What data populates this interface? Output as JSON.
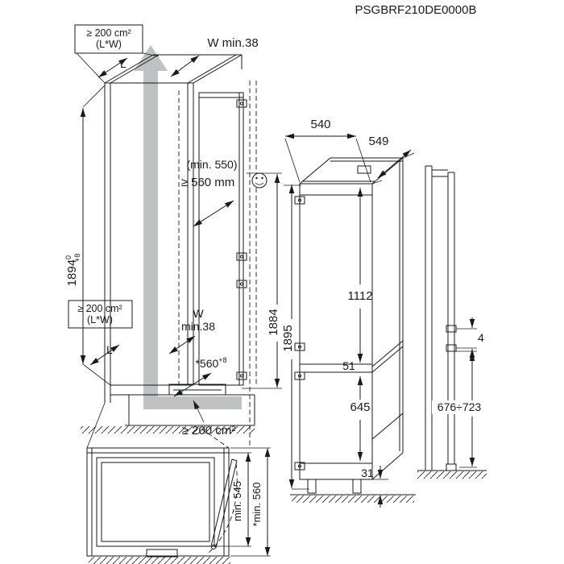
{
  "title": "PSGBRF210DE0000B",
  "colors": {
    "line": "#1a1a1a",
    "airflow": "#b4b7b9"
  },
  "niche": {
    "vent_top_1": "≥ 200 cm²",
    "vent_top_2": "(L*W)",
    "l_top": "L",
    "wall_top": "W min.38",
    "height": "1894",
    "height_tol_up": "0",
    "height_tol_low": "+8",
    "vent_mid_1": "≥ 200 cm²",
    "vent_mid_2": "(L*W)",
    "l_mid": "L",
    "wall_mid_1": "W",
    "wall_mid_2": "min.38",
    "depth_min": "(min. 550)",
    "depth_reco": "≥ 560 mm",
    "depth_star": "*560",
    "depth_star_tol": "+8",
    "front_height": "1884",
    "vent_bottom": "≥ 200 cm²"
  },
  "appliance": {
    "width": "540",
    "depth": "549",
    "height": "1895",
    "upper_door": "1112",
    "gap": "51",
    "lower_door": "645",
    "feet": "31"
  },
  "side_view": {
    "clearance": "4",
    "hinge_height": "676÷723"
  },
  "top_view": {
    "depth_min": "min. 545",
    "depth_star": "*min. 560"
  }
}
